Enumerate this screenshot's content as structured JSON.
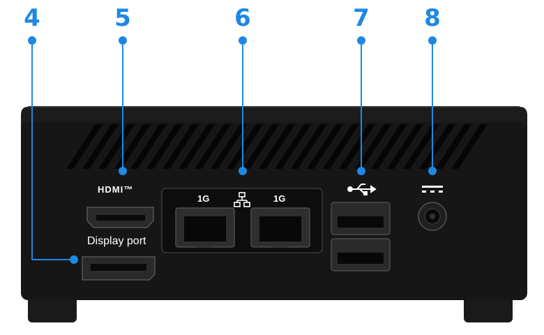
{
  "callouts": {
    "n4": "4",
    "n5": "5",
    "n6": "6",
    "n7": "7",
    "n8": "8"
  },
  "ports": {
    "hdmi_label": "HDMI™",
    "displayport_label": "Display port",
    "lan1_speed": "1G",
    "lan2_speed": "1G"
  },
  "icons": {
    "hdmi": "hdmi-port-icon",
    "displayport": "displayport-icon",
    "lan": "network-icon",
    "usb": "usb-icon",
    "dc": "dc-power-icon"
  },
  "colors": {
    "accent": "#1e88e5",
    "device_body": "#141414",
    "label_text": "#ffffff"
  }
}
